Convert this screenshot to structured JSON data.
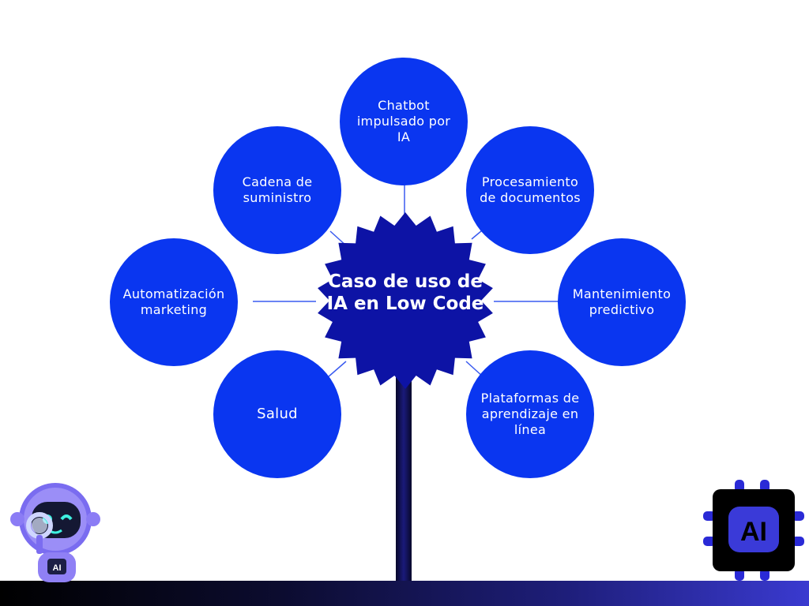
{
  "center_title": "Caso de uso de IA en Low Code",
  "nodes": [
    {
      "label": "Chatbot impulsado por IA"
    },
    {
      "label": "Procesamiento de documentos"
    },
    {
      "label": "Mantenimiento predictivo"
    },
    {
      "label": "Plataformas de aprendizaje en línea"
    },
    {
      "label": "Salud"
    },
    {
      "label": "Automatización marketing"
    },
    {
      "label": "Cadena de suministro"
    }
  ],
  "colors": {
    "node": "#0a36f0",
    "center": "#0d13a5",
    "stem": "#0c0c50"
  },
  "badges": {
    "chip_text": "AI",
    "robot_badge_text": "AI"
  }
}
